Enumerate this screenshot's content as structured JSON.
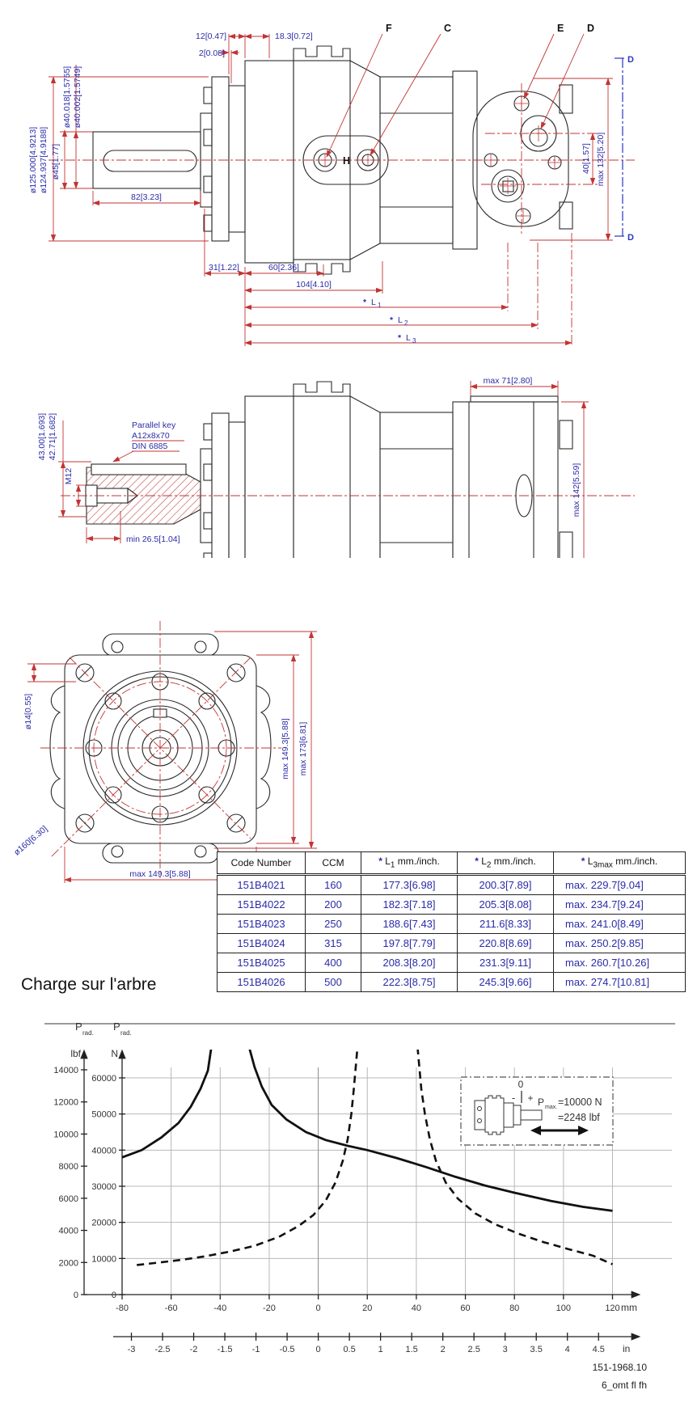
{
  "top_view": {
    "labels": {
      "f": "F",
      "c": "C",
      "e": "E",
      "d": "D",
      "h": "H",
      "section_d": "D"
    },
    "dims": {
      "w12": "12[0.47]",
      "w2": "2[0.08]",
      "w183": "18.3[0.72]",
      "dia125": "ø125.000[4.9213]",
      "dia124": "ø124.937[4.9188]",
      "dia40018": "ø40.018[1.5755]",
      "dia40002": "ø40.002[1.5749]",
      "dia45": "ø45[1.77]",
      "len82": "82[3.23]",
      "len31": "31[1.22]",
      "len60": "60[2.36]",
      "len104": "104[4.10]",
      "max132": "max 132[5.20]",
      "len40": "40[1.57]",
      "star": "*",
      "l": "L",
      "sub1": "1",
      "sub2": "2",
      "sub3": "3"
    }
  },
  "mid_view": {
    "dims": {
      "max71": "max 71[2.80]",
      "max142": "max 142[5.59]",
      "h43": "43.00[1.693]",
      "h4271": "42.71[1.682]",
      "m12": "M12",
      "min265": "min 26.5[1.04]"
    },
    "key_note_1": "Parallel key",
    "key_note_2": "A12x8x70",
    "key_note_3": "DIN 6885"
  },
  "front_view": {
    "dims": {
      "dia14": "ø14[0.55]",
      "dia160": "ø160[6.30]",
      "max1493_v": "max 149.3[5.88]",
      "max173": "max 173[6.81]",
      "max1493_h": "max 149.3[5.88]"
    }
  },
  "table": {
    "headers": {
      "code": "Code Number",
      "ccm": "CCM",
      "star": "*",
      "l": "L",
      "sub1": "1",
      "sub2": "2",
      "sub3": "3max",
      "unit": "mm./inch."
    },
    "rows": [
      {
        "code": "151B4021",
        "ccm": "160",
        "l1": "177.3[6.98]",
        "l2": "200.3[7.89]",
        "l3": "max. 229.7[9.04]"
      },
      {
        "code": "151B4022",
        "ccm": "200",
        "l1": "182.3[7.18]",
        "l2": "205.3[8.08]",
        "l3": "max. 234.7[9.24]"
      },
      {
        "code": "151B4023",
        "ccm": "250",
        "l1": "188.6[7.43]",
        "l2": "211.6[8.33]",
        "l3": "max. 241.0[8.49]"
      },
      {
        "code": "151B4024",
        "ccm": "315",
        "l1": "197.8[7.79]",
        "l2": "220.8[8.69]",
        "l3": "max. 250.2[9.85]"
      },
      {
        "code": "151B4025",
        "ccm": "400",
        "l1": "208.3[8.20]",
        "l2": "231.3[9.11]",
        "l3": "max. 260.7[10.26]"
      },
      {
        "code": "151B4026",
        "ccm": "500",
        "l1": "222.3[8.75]",
        "l2": "245.3[9.66]",
        "l3": "max. 274.7[10.81]"
      }
    ]
  },
  "chart_section_title": "Charge sur l'arbre",
  "chart_data": {
    "type": "line",
    "title": "Charge sur l'arbre",
    "grid": true,
    "xlim_mm": [
      -80,
      120
    ],
    "ylim_n": [
      0,
      60000
    ],
    "ylim_lbf": [
      0,
      14000
    ],
    "y_axis_lbf": {
      "label": "lbf",
      "sup_label": "P",
      "sup_sub": "rad.",
      "ticks": [
        0,
        2000,
        4000,
        6000,
        8000,
        10000,
        12000,
        14000
      ]
    },
    "y_axis_n": {
      "label": "N",
      "sup_label": "P",
      "sup_sub": "rad.",
      "ticks": [
        0,
        10000,
        20000,
        30000,
        40000,
        50000,
        60000
      ]
    },
    "x_axis_mm": {
      "unit": "mm",
      "ticks": [
        -80,
        -60,
        -40,
        -20,
        0,
        20,
        40,
        60,
        80,
        100,
        120
      ]
    },
    "x_axis_in": {
      "unit": "in",
      "ticks": [
        -3,
        -2.5,
        -2,
        -1.5,
        -1,
        -0.5,
        0,
        0.5,
        1,
        1.5,
        2,
        2.5,
        3,
        3.5,
        4,
        4.5
      ]
    },
    "series": [
      {
        "name": "solid",
        "style": "solid",
        "branches": [
          [
            [
              -80,
              38000
            ],
            [
              -72,
              40000
            ],
            [
              -64,
              43500
            ],
            [
              -57,
              47500
            ],
            [
              -52,
              52000
            ],
            [
              -48,
              57000
            ],
            [
              -45,
              62000
            ],
            [
              -43.5,
              69000
            ]
          ],
          [
            [
              -28,
              68000
            ],
            [
              -26,
              63000
            ],
            [
              -23,
              57500
            ],
            [
              -19,
              52500
            ],
            [
              -13,
              48500
            ],
            [
              -5,
              45000
            ],
            [
              3,
              42800
            ],
            [
              12,
              41200
            ],
            [
              20,
              40000
            ],
            [
              32,
              37800
            ],
            [
              44,
              35300
            ],
            [
              56,
              32600
            ],
            [
              68,
              30200
            ],
            [
              80,
              28200
            ],
            [
              95,
              25900
            ],
            [
              108,
              24300
            ],
            [
              120,
              23200
            ]
          ]
        ]
      },
      {
        "name": "dashed",
        "style": "dashed",
        "branches": [
          [
            [
              -74,
              8200
            ],
            [
              -66,
              8800
            ],
            [
              -56,
              9600
            ],
            [
              -46,
              10600
            ],
            [
              -36,
              11900
            ],
            [
              -26,
              13500
            ],
            [
              -16,
              16000
            ],
            [
              -8,
              19000
            ],
            [
              -2,
              22000
            ],
            [
              3,
              26000
            ],
            [
              7,
              31000
            ],
            [
              10,
              37000
            ],
            [
              12,
              43000
            ],
            [
              13.5,
              50000
            ],
            [
              14.5,
              57000
            ],
            [
              16,
              68500
            ]
          ],
          [
            [
              40.5,
              68500
            ],
            [
              42,
              57000
            ],
            [
              43.5,
              50000
            ],
            [
              45.5,
              43000
            ],
            [
              48,
              37000
            ],
            [
              52,
              31000
            ],
            [
              57,
              26500
            ],
            [
              64,
              22500
            ],
            [
              72,
              19500
            ],
            [
              82,
              16800
            ],
            [
              92,
              14500
            ],
            [
              102,
              12600
            ],
            [
              112,
              10800
            ],
            [
              120,
              8400
            ]
          ]
        ]
      }
    ],
    "legend": {
      "zero": "0",
      "minus": "-",
      "plus": "+",
      "p": "P",
      "p_sub": "max.",
      "value_n": "=10000 N",
      "value_lbf": "=2248 lbf"
    }
  },
  "footer": {
    "doc_number": "151-1968.10",
    "doc_code": "6_omt fl fh"
  }
}
